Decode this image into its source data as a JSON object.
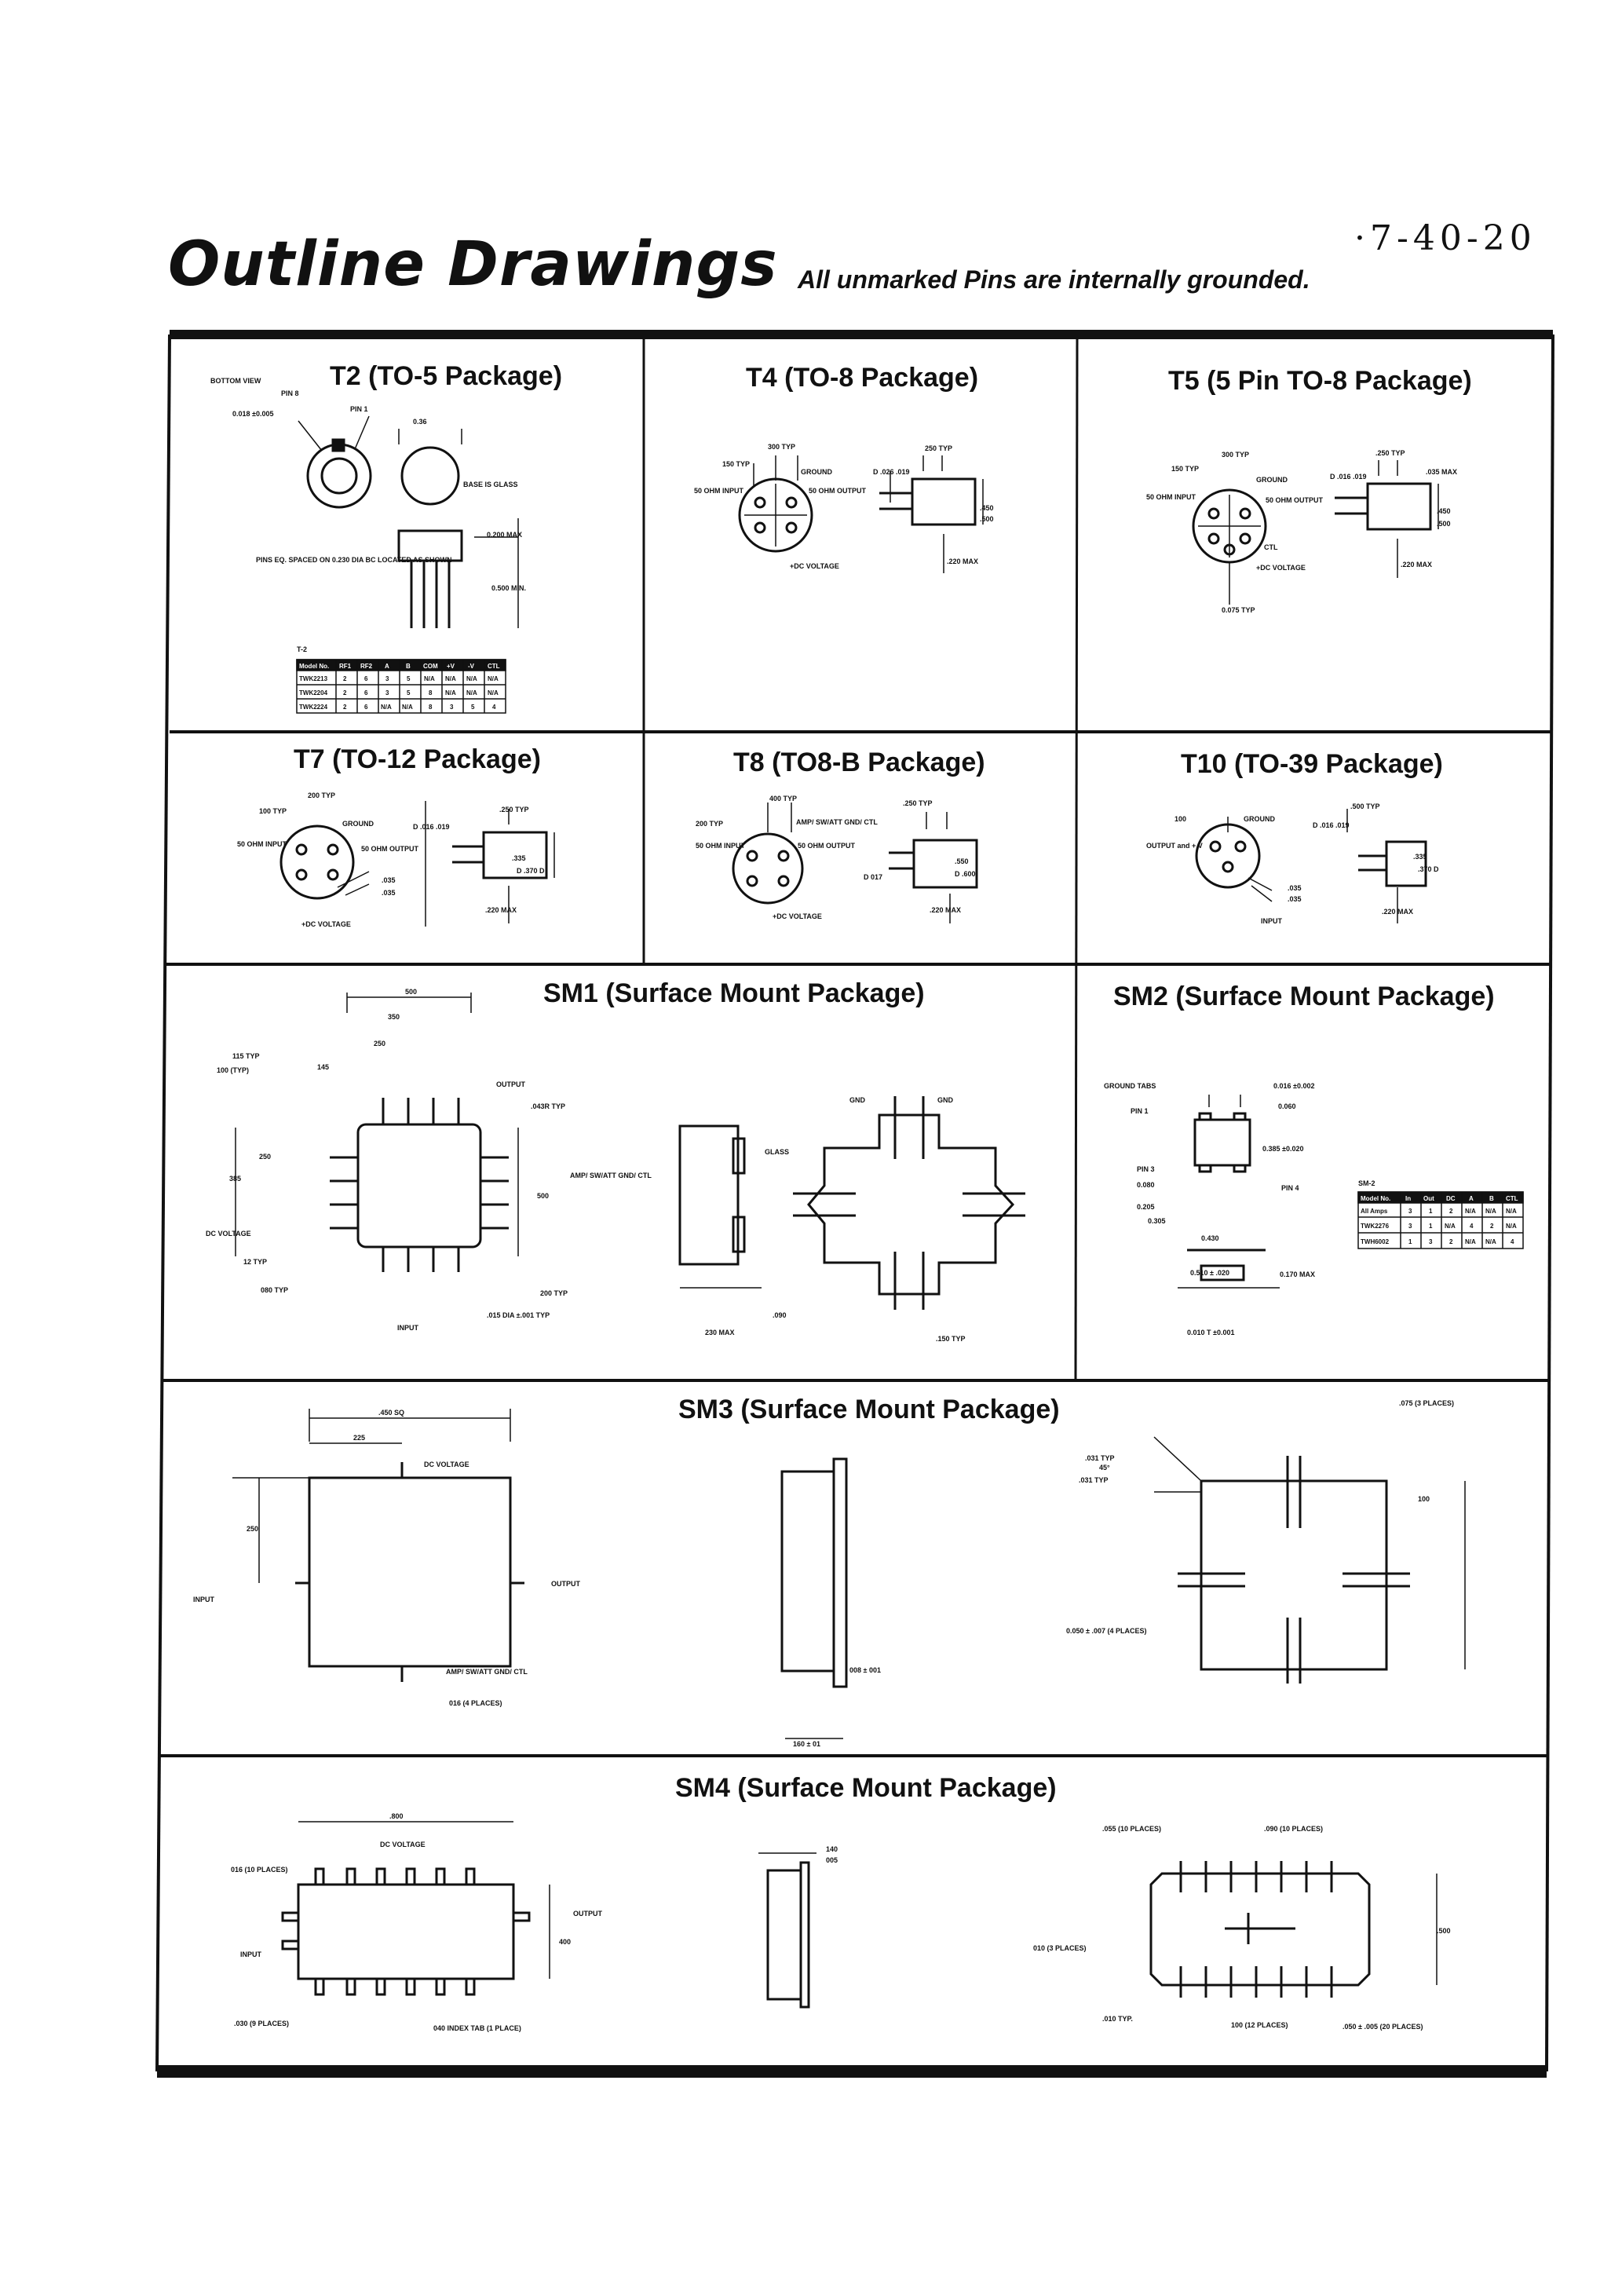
{
  "header": {
    "title": "Outline Drawings",
    "subtitle": "All unmarked Pins are internally grounded.",
    "handwritten_note": "·7-40-20"
  },
  "cells": {
    "t2": {
      "title": "T2 (TO-5 Package)",
      "labels": [
        "BOTTOM VIEW",
        "PIN 8",
        "PIN 1",
        "0.018 ±0.005",
        "0.36",
        "BASE IS GLASS",
        "0.200 MAX",
        "PINS EQ. SPACED ON 0.230 DIA BC LOCATED AS SHOWN",
        "0.500 MIN."
      ],
      "table_caption": "T-2",
      "table_header": [
        "Model No.",
        "RF1",
        "RF2",
        "A",
        "B",
        "COM",
        "+V",
        "-V",
        "CTL"
      ],
      "table_rows": [
        [
          "TWK2213",
          "2",
          "6",
          "3",
          "5",
          "N/A",
          "N/A",
          "N/A",
          "N/A"
        ],
        [
          "TWK2204",
          "2",
          "6",
          "3",
          "5",
          "8",
          "N/A",
          "N/A",
          "N/A"
        ],
        [
          "TWK2224",
          "2",
          "6",
          "N/A",
          "N/A",
          "8",
          "3",
          "5",
          "4"
        ]
      ]
    },
    "t4": {
      "title": "T4 (TO-8 Package)",
      "labels": [
        "150 TYP",
        "300 TYP",
        "GROUND",
        "50 OHM INPUT",
        "50 OHM OUTPUT",
        "+DC VOLTAGE",
        "250 TYP",
        "D .026 .019",
        ".450",
        ".500",
        ".220 MAX"
      ]
    },
    "t5": {
      "title": "T5 (5 Pin TO-8 Package)",
      "labels": [
        "150 TYP",
        "300 TYP",
        "GROUND",
        "50 OHM INPUT",
        "50 OHM OUTPUT",
        "CTL",
        "+DC VOLTAGE",
        "0.075 TYP",
        ".250 TYP",
        "D .016 .019",
        ".035 MAX",
        ".450",
        ".500",
        ".220 MAX"
      ]
    },
    "t7": {
      "title": "T7 (TO-12 Package)",
      "labels": [
        "100 TYP",
        "200 TYP",
        "GROUND",
        "50 OHM INPUT",
        "50 OHM OUTPUT",
        ".035",
        ".035",
        "+DC VOLTAGE",
        "D .016 .019",
        ".250 TYP",
        ".335",
        "D .370 D",
        ".220 MAX"
      ]
    },
    "t8": {
      "title": "T8 (TO8-B Package)",
      "labels": [
        "200 TYP",
        "400 TYP",
        "AMP/ SW/ATT GND/ CTL",
        "50 OHM INPUT",
        "50 OHM OUTPUT",
        "+DC VOLTAGE",
        ".250 TYP",
        "D 017",
        ".550",
        "D .600",
        ".220 MAX"
      ]
    },
    "t10": {
      "title": "T10 (TO-39 Package)",
      "labels": [
        "100",
        "GROUND",
        "OUTPUT and + V",
        "INPUT",
        ".035",
        ".035",
        ".500 TYP",
        "D .016 .019",
        ".335",
        ".370 D",
        ".220 MAX"
      ]
    },
    "sm1": {
      "title": "SM1 (Surface Mount Package)",
      "labels": [
        "500",
        "350",
        "250",
        "145",
        "115 TYP",
        "100 (TYP)",
        "OUTPUT",
        ".043R TYP",
        "AMP/ SW/ATT GND/ CTL",
        "500",
        "250",
        "385",
        "DC VOLTAGE",
        "12 TYP",
        "080 TYP",
        "INPUT",
        ".015 DIA ±.001 TYP",
        "200 TYP",
        "GND",
        "GND",
        "GLASS",
        "230 MAX",
        ".090",
        ".150 TYP"
      ]
    },
    "sm2": {
      "title": "SM2 (Surface Mount Package)",
      "labels": [
        "GROUND TABS",
        "PIN 1",
        "0.016 ±0.002",
        "0.060",
        "0.385 ±0.020",
        "PIN 3",
        "0.080",
        "0.205",
        "0.305",
        "PIN 4",
        "0.430",
        "0.510 ± .020",
        "0.170 MAX",
        "0.010 T ±0.001"
      ],
      "table_caption": "SM-2",
      "table_header": [
        "Model No.",
        "In",
        "Out",
        "DC",
        "A",
        "B",
        "CTL"
      ],
      "table_rows": [
        [
          "All Amps",
          "3",
          "1",
          "2",
          "N/A",
          "N/A",
          "N/A"
        ],
        [
          "TWK2276",
          "3",
          "1",
          "N/A",
          "4",
          "2",
          "N/A"
        ],
        [
          "TWH6002",
          "1",
          "3",
          "2",
          "N/A",
          "N/A",
          "4"
        ]
      ]
    },
    "sm3": {
      "title": "SM3 (Surface Mount Package)",
      "labels": [
        ".450 SQ",
        "225",
        "DC VOLTAGE",
        "250",
        "INPUT",
        "OUTPUT",
        "AMP/ SW/ATT GND/ CTL",
        "016 (4 PLACES)",
        "008 ± 001",
        "160 ± 01",
        ".075 (3 PLACES)",
        ".031 TYP",
        "45°",
        ".031 TYP",
        "100",
        "0.050 ± .007 (4 PLACES)"
      ]
    },
    "sm4": {
      "title": "SM4 (Surface Mount Package)",
      "labels": [
        ".800",
        "DC VOLTAGE",
        "016 (10 PLACES)",
        "OUTPUT",
        "INPUT",
        "400",
        ".030 (9 PLACES)",
        "040 INDEX TAB (1 PLACE)",
        "140",
        "005",
        ".055 (10 PLACES)",
        ".090 (10 PLACES)",
        "010 (3 PLACES)",
        ".500",
        ".010 TYP.",
        "100 (12 PLACES)",
        ".050 ± .005 (20 PLACES)"
      ]
    }
  }
}
